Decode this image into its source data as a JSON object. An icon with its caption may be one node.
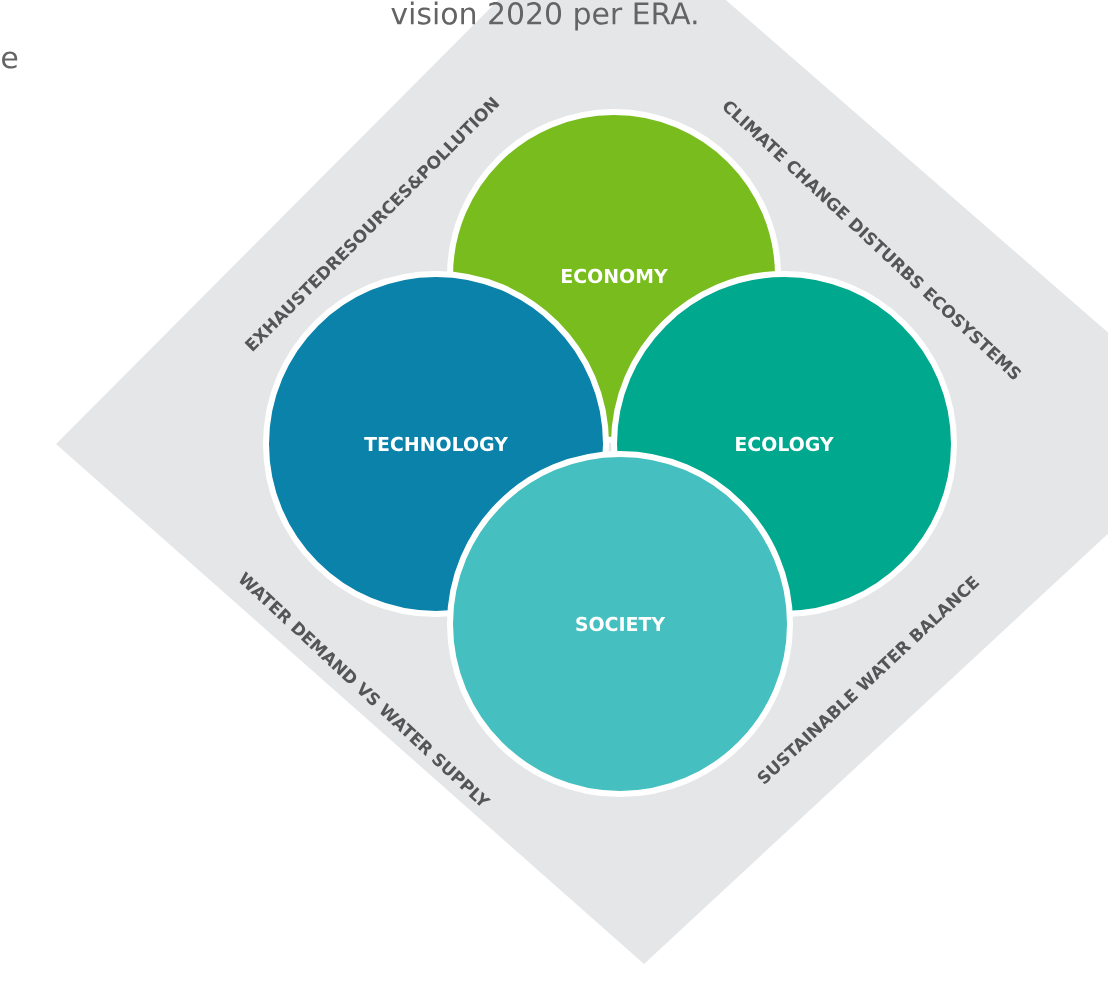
{
  "diagram": {
    "nodes": [
      {
        "text": [
          "EXHAUSTEDRESOURCES&POLLUTION",
          "CLIMATE CHANGE DISTURBS ECOSYSTEMS",
          "WATER DEMAND VS WATER SUPPLY",
          "SUSTAINABLE WATER BALANCE"
        ]
      },
      {
        "text": [
          "ECONOMY"
        ],
        "in": 0
      },
      {
        "text": [
          "TECHNOLOGY"
        ],
        "in": 0
      },
      {
        "text": [
          "ECOLOGY"
        ],
        "in": 0
      },
      {
        "text": [
          "SOCIETY"
        ],
        "in": 0
      }
    ],
    "labels": [
      "vision 2020 per ERA.",
      "e"
    ]
  }
}
